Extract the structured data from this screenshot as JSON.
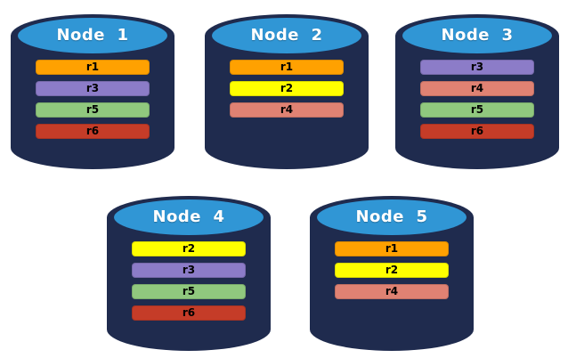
{
  "colors": {
    "cylinder_body": "#1F2B4E",
    "cylinder_top": "#3096D5",
    "title_text": "#FFFFFF",
    "bar_text": "#000000",
    "replicas": {
      "r1": "#FFA101",
      "r2": "#FFFF00",
      "r3": "#8C7CC8",
      "r4": "#E08273",
      "r5": "#90C87E",
      "r6": "#C53C28"
    }
  },
  "nodes": [
    {
      "label": "Node  1",
      "replicas": [
        "r1",
        "r3",
        "r5",
        "r6"
      ]
    },
    {
      "label": "Node  2",
      "replicas": [
        "r1",
        "r2",
        "r4"
      ]
    },
    {
      "label": "Node  3",
      "replicas": [
        "r3",
        "r4",
        "r5",
        "r6"
      ]
    },
    {
      "label": "Node  4",
      "replicas": [
        "r2",
        "r3",
        "r5",
        "r6"
      ]
    },
    {
      "label": "Node  5",
      "replicas": [
        "r1",
        "r2",
        "r4"
      ]
    }
  ]
}
